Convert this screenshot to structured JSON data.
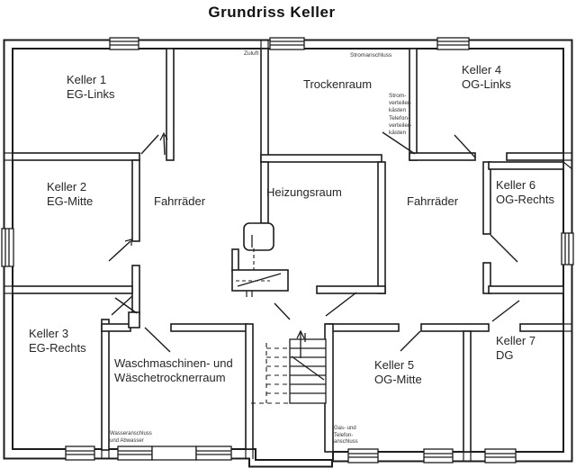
{
  "title": "Grundriss Keller",
  "rooms": {
    "keller1": {
      "name": "Keller 1",
      "floor": "EG-Links"
    },
    "keller2": {
      "name": "Keller 2",
      "floor": "EG-Mitte"
    },
    "keller3": {
      "name": "Keller 3",
      "floor": "EG-Rechts"
    },
    "keller4": {
      "name": "Keller 4",
      "floor": "OG-Links"
    },
    "keller5": {
      "name": "Keller 5",
      "floor": "OG-Mitte"
    },
    "keller6": {
      "name": "Keller 6",
      "floor": "OG-Rechts"
    },
    "keller7": {
      "name": "Keller 7",
      "floor": "DG"
    },
    "trockenraum": {
      "name": "Trockenraum"
    },
    "heizungsraum": {
      "name": "Heizungsraum"
    },
    "fahrraeder_links": {
      "name": "Fahrräder"
    },
    "fahrraeder_rechts": {
      "name": "Fahrräder"
    },
    "waschraum": {
      "name_line1": "Waschmaschinen- und",
      "name_line2": "Wäschetrocknerraum"
    }
  },
  "annotations": {
    "zuluft": "Zuluft",
    "stromanschluss": "Stromanschluss",
    "stromverteiler": [
      "Strom-",
      "verteiler-",
      "kästen"
    ],
    "telefonverteiler": [
      "Telefon-",
      "verteiler-",
      "kästen"
    ],
    "wasseranschluss": [
      "Wasseranschluss",
      "und Abwasser"
    ],
    "gasanschluss": [
      "Gas- und",
      "Telefon-",
      "anschluss"
    ]
  },
  "colors": {
    "line": "#1c1c1c",
    "background": "#ffffff",
    "text": "#262626"
  }
}
